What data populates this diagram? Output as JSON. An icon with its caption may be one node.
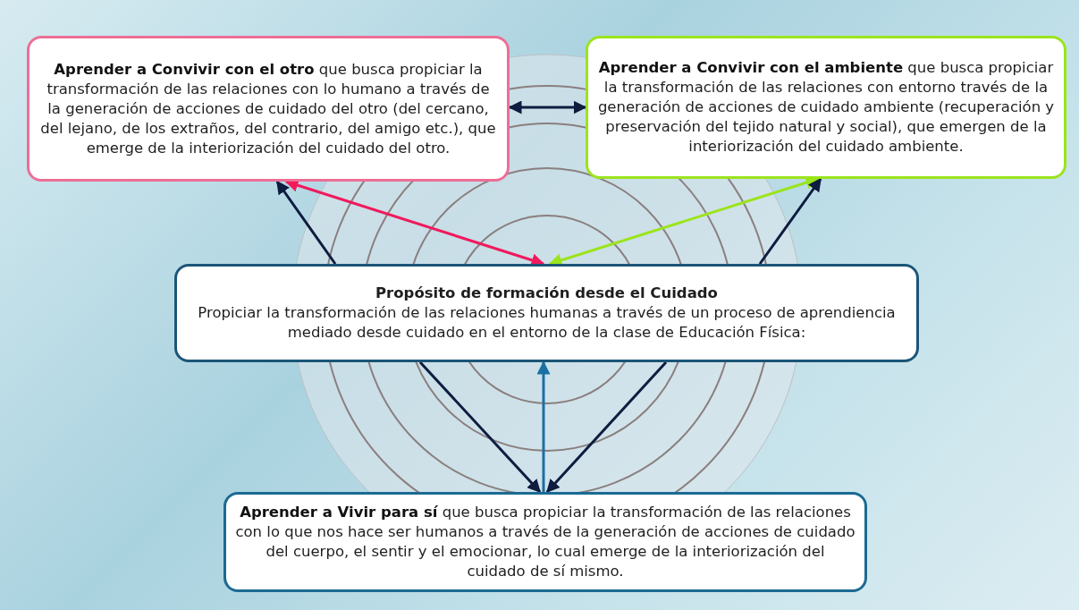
{
  "diagram": {
    "nodes": [
      {
        "text": [
          "**Aprender a Convivir con el otro** que busca propiciar la transformación de las relaciones con lo humano a través de la generación de acciones de cuidado del otro (del cercano, del lejano, de los extraños, del contrario, del amigo etc.), que emerge de la interiorización del cuidado del otro."
        ]
      },
      {
        "text": [
          "**Aprender a Convivir con el ambiente** que busca propiciar la transformación de las relaciones con entorno través de la generación de acciones de cuidado ambiente (recuperación y preservación del tejido natural y social), que emergen de la interiorización del cuidado ambiente."
        ]
      },
      {
        "text": [
          "Propósito de formación desde el Cuidado",
          "Propiciar la transformación de las relaciones humanas a través de un proceso de aprendiencia mediado desde cuidado en el entorno de la clase de Educación Física:"
        ]
      },
      {
        "text": [
          "**Aprender a Vivir para sí** que busca propiciar la transformación de las relaciones con lo que nos hace ser humanos a través de la generación de acciones de cuidado del cuerpo, el sentir y el emocionar, lo cual emerge de la interiorización del cuidado de sí mismo."
        ]
      }
    ],
    "edges": [
      {
        "from": 0,
        "to": 1,
        "arrow": "both"
      },
      {
        "from": 2,
        "to": 0,
        "arrow": "both",
        "color": "#f01a5c"
      },
      {
        "from": 2,
        "to": 1,
        "arrow": "both",
        "color": "#9be41c"
      },
      {
        "from": 2,
        "to": 0,
        "arrow": "to"
      },
      {
        "from": 2,
        "to": 1,
        "arrow": "to"
      },
      {
        "from": 2,
        "to": 3,
        "arrow": "to"
      },
      {
        "from": 2,
        "to": 3,
        "arrow": "to"
      },
      {
        "from": 3,
        "to": 2,
        "arrow": "to",
        "color": "#1a70a3"
      }
    ]
  }
}
